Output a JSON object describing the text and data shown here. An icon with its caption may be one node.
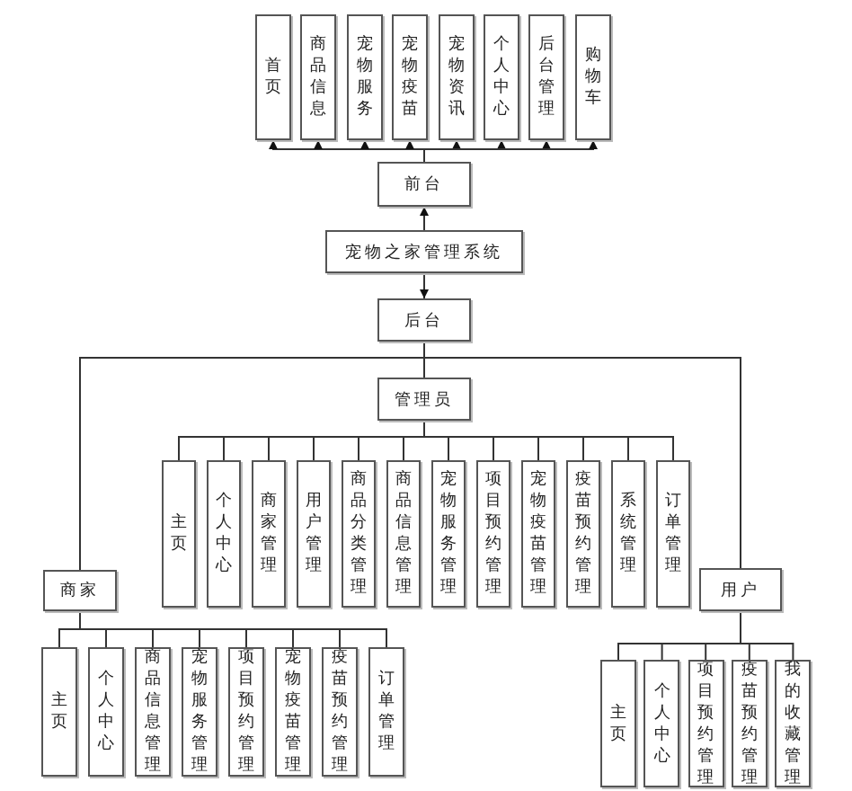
{
  "diagram": {
    "nodes": [
      {
        "text": [
          "首页"
        ]
      },
      {
        "text": [
          "商品信息"
        ]
      },
      {
        "text": [
          "宠物服务"
        ]
      },
      {
        "text": [
          "宠物疫苗"
        ]
      },
      {
        "text": [
          "宠物资讯"
        ]
      },
      {
        "text": [
          "个人中心"
        ]
      },
      {
        "text": [
          "后台管理"
        ]
      },
      {
        "text": [
          "购物车"
        ]
      },
      {
        "text": [
          "前台"
        ]
      },
      {
        "text": [
          "宠物之家管理系统"
        ]
      },
      {
        "text": [
          "后台"
        ]
      },
      {
        "text": [
          "管理员"
        ]
      },
      {
        "text": [
          "主页"
        ]
      },
      {
        "text": [
          "个人中心"
        ]
      },
      {
        "text": [
          "商家管理"
        ]
      },
      {
        "text": [
          "用户管理"
        ]
      },
      {
        "text": [
          "商品分类管理"
        ]
      },
      {
        "text": [
          "商品信息管理"
        ]
      },
      {
        "text": [
          "宠物服务管理"
        ]
      },
      {
        "text": [
          "项目预约管理"
        ]
      },
      {
        "text": [
          "宠物疫苗管理"
        ]
      },
      {
        "text": [
          "疫苗预约管理"
        ]
      },
      {
        "text": [
          "系统管理"
        ]
      },
      {
        "text": [
          "订单管理"
        ]
      },
      {
        "text": [
          "商家"
        ]
      },
      {
        "text": [
          "主页"
        ]
      },
      {
        "text": [
          "个人中心"
        ]
      },
      {
        "text": [
          "商品信息管理"
        ]
      },
      {
        "text": [
          "宠物服务管理"
        ]
      },
      {
        "text": [
          "项目预约管理"
        ]
      },
      {
        "text": [
          "宠物疫苗管理"
        ]
      },
      {
        "text": [
          "疫苗预约管理"
        ]
      },
      {
        "text": [
          "订单管理"
        ]
      },
      {
        "text": [
          "用户"
        ]
      },
      {
        "text": [
          "主页"
        ]
      },
      {
        "text": [
          "个人中心"
        ]
      },
      {
        "text": [
          "项目预约管理"
        ]
      },
      {
        "text": [
          "疫苗预约管理"
        ]
      },
      {
        "text": [
          "我的收藏管理"
        ]
      }
    ],
    "edges": [
      {
        "from": 8,
        "to": 0,
        "arrow": "to"
      },
      {
        "from": 8,
        "to": 1,
        "arrow": "to"
      },
      {
        "from": 8,
        "to": 2,
        "arrow": "to"
      },
      {
        "from": 8,
        "to": 3,
        "arrow": "to"
      },
      {
        "from": 8,
        "to": 4,
        "arrow": "to"
      },
      {
        "from": 8,
        "to": 5,
        "arrow": "to"
      },
      {
        "from": 8,
        "to": 6,
        "arrow": "to"
      },
      {
        "from": 8,
        "to": 7,
        "arrow": "to"
      },
      {
        "from": 9,
        "to": 8,
        "arrow": "to"
      },
      {
        "from": 9,
        "to": 10,
        "arrow": "to"
      },
      {
        "from": 10,
        "to": 11,
        "arrow": "none"
      },
      {
        "from": 10,
        "to": 24,
        "arrow": "none"
      },
      {
        "from": 10,
        "to": 33,
        "arrow": "none"
      },
      {
        "from": 11,
        "to": 12,
        "arrow": "none"
      },
      {
        "from": 11,
        "to": 13,
        "arrow": "none"
      },
      {
        "from": 11,
        "to": 14,
        "arrow": "none"
      },
      {
        "from": 11,
        "to": 15,
        "arrow": "none"
      },
      {
        "from": 11,
        "to": 16,
        "arrow": "none"
      },
      {
        "from": 11,
        "to": 17,
        "arrow": "none"
      },
      {
        "from": 11,
        "to": 18,
        "arrow": "none"
      },
      {
        "from": 11,
        "to": 19,
        "arrow": "none"
      },
      {
        "from": 11,
        "to": 20,
        "arrow": "none"
      },
      {
        "from": 11,
        "to": 21,
        "arrow": "none"
      },
      {
        "from": 11,
        "to": 22,
        "arrow": "none"
      },
      {
        "from": 11,
        "to": 23,
        "arrow": "none"
      },
      {
        "from": 24,
        "to": 25,
        "arrow": "none"
      },
      {
        "from": 24,
        "to": 26,
        "arrow": "none"
      },
      {
        "from": 24,
        "to": 27,
        "arrow": "none"
      },
      {
        "from": 24,
        "to": 28,
        "arrow": "none"
      },
      {
        "from": 24,
        "to": 29,
        "arrow": "none"
      },
      {
        "from": 24,
        "to": 30,
        "arrow": "none"
      },
      {
        "from": 24,
        "to": 31,
        "arrow": "none"
      },
      {
        "from": 24,
        "to": 32,
        "arrow": "none"
      },
      {
        "from": 33,
        "to": 34,
        "arrow": "none"
      },
      {
        "from": 33,
        "to": 35,
        "arrow": "none"
      },
      {
        "from": 33,
        "to": 36,
        "arrow": "none"
      },
      {
        "from": 33,
        "to": 37,
        "arrow": "none"
      },
      {
        "from": 33,
        "to": 38,
        "arrow": "none"
      }
    ]
  }
}
